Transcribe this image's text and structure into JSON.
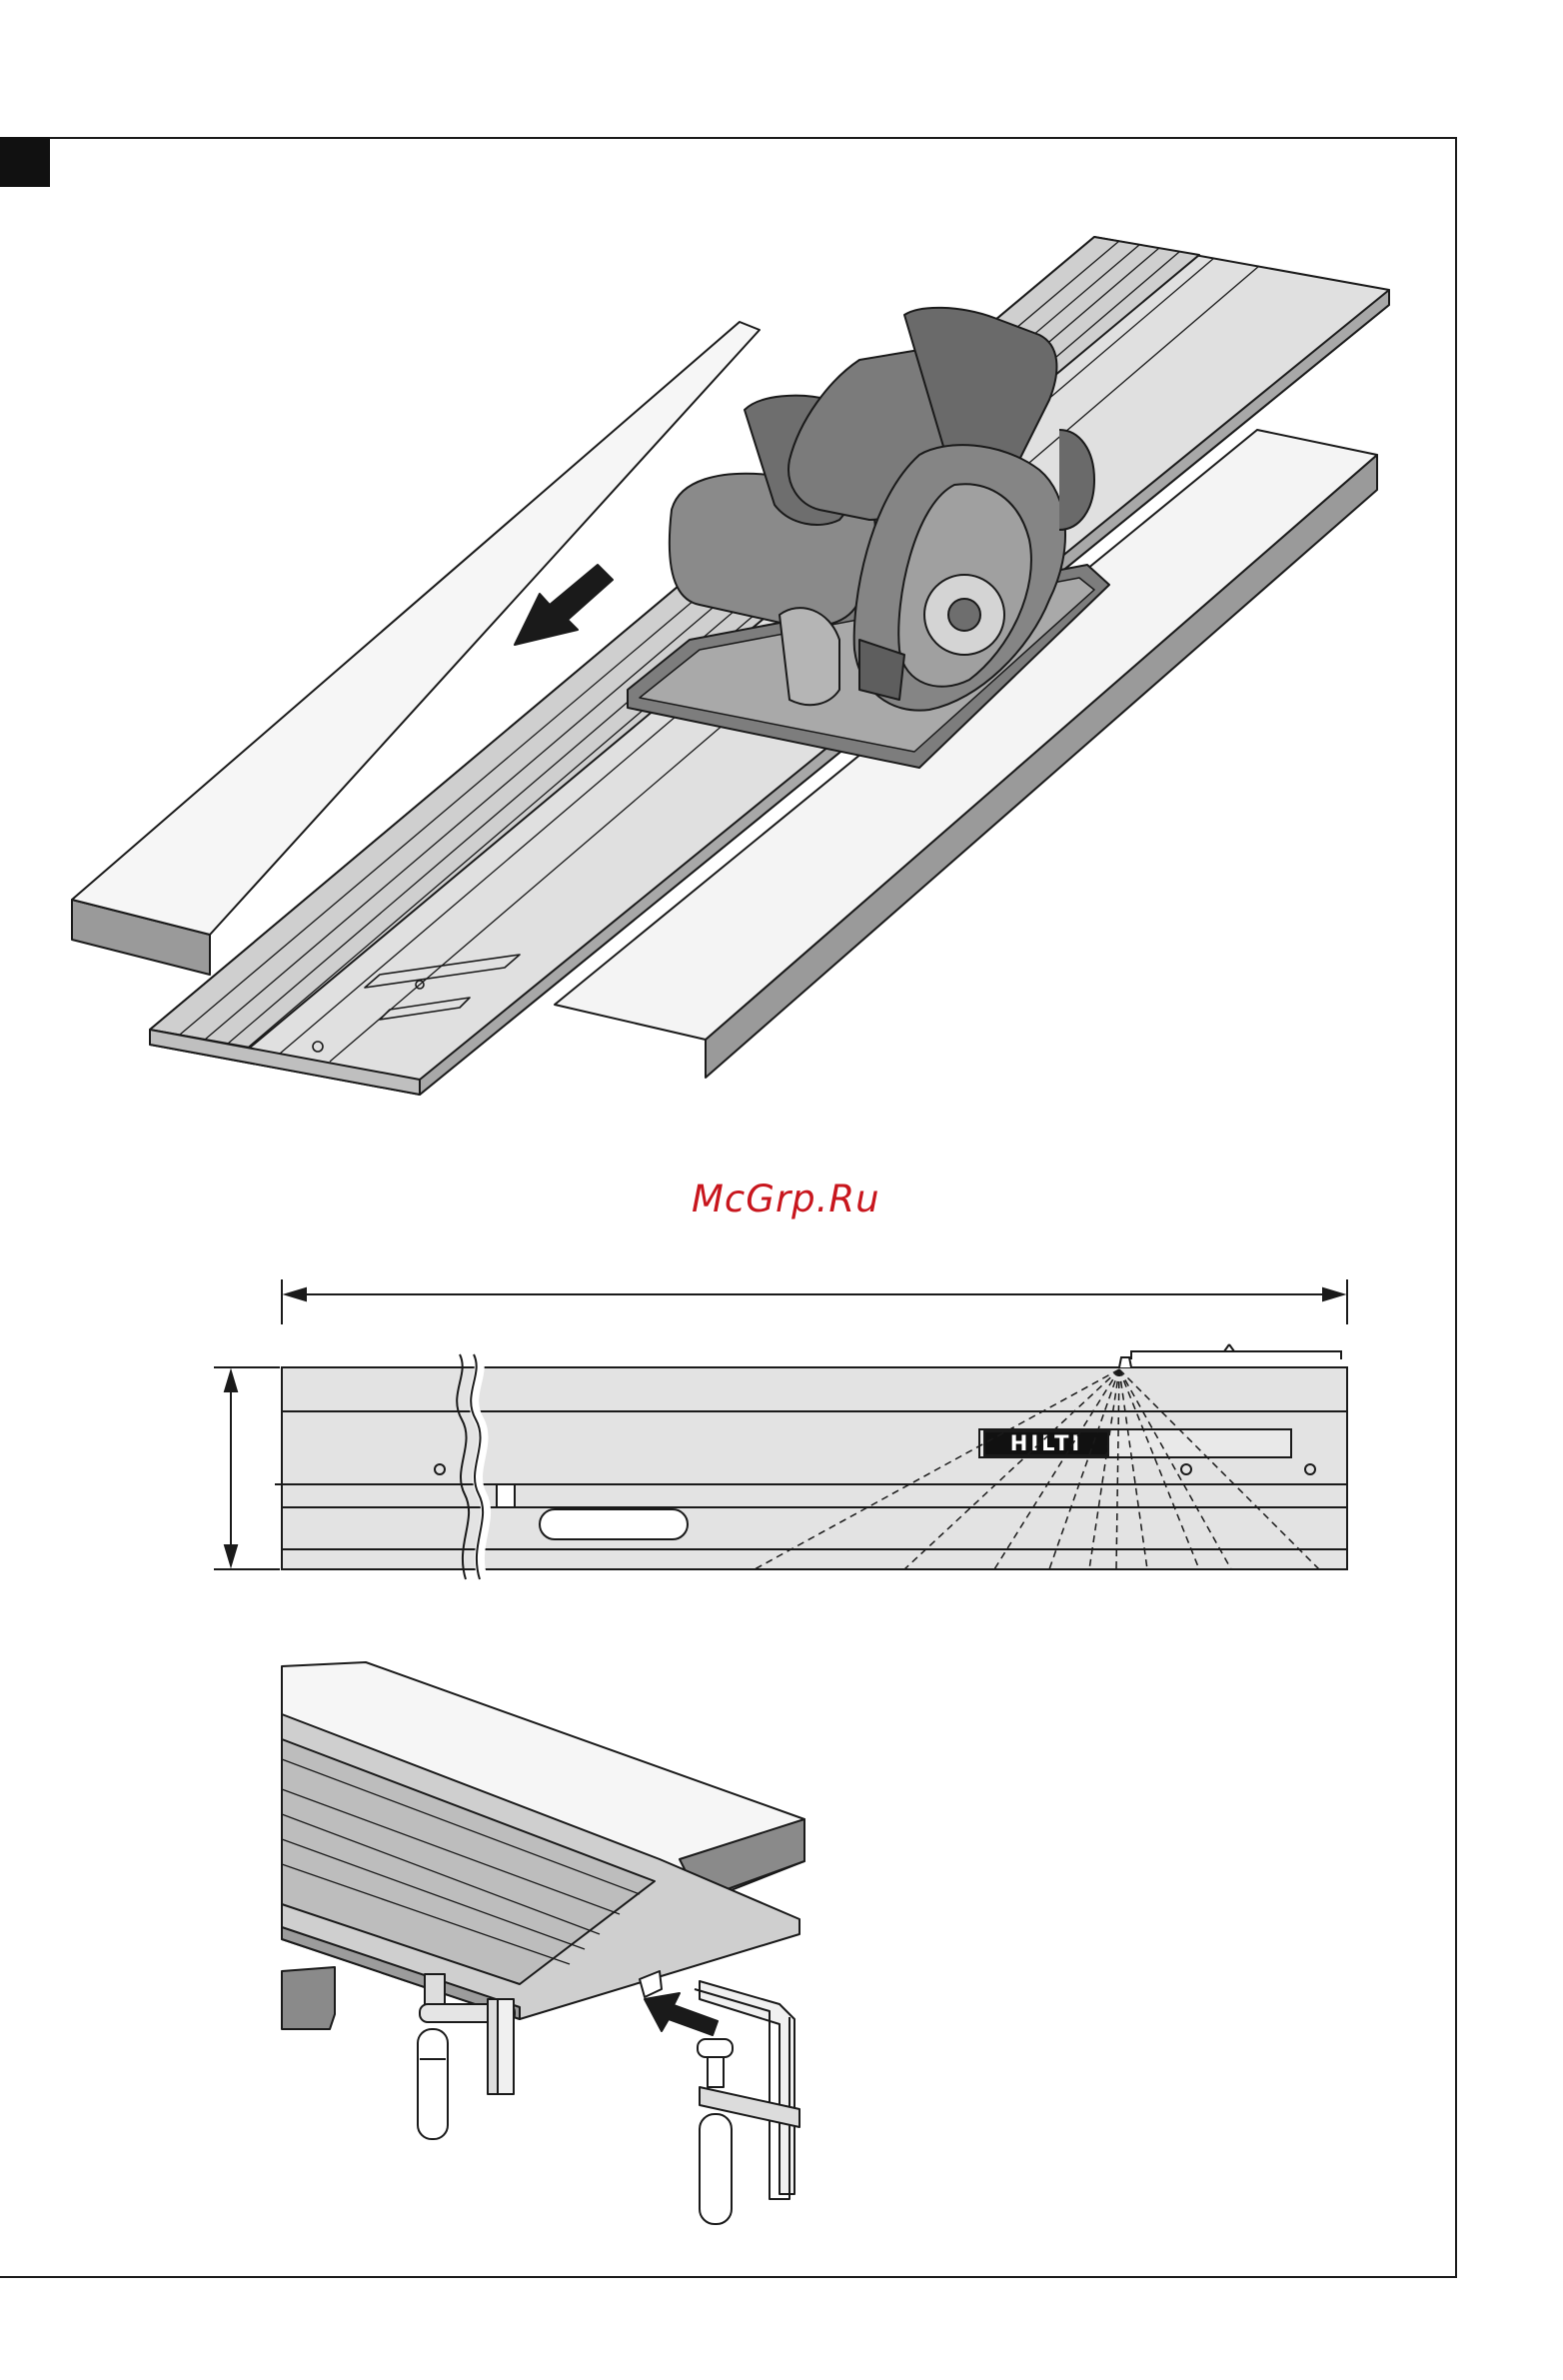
{
  "watermark": {
    "text": "McGrp.Ru",
    "color": "#c8161d"
  },
  "brand": {
    "logo_text": "HILTI"
  },
  "figures": [
    {
      "id": "saw-on-rail",
      "icons": [
        "circular-saw-icon",
        "guide-rail-icon",
        "workpiece-board-icon",
        "direction-arrow-icon"
      ]
    },
    {
      "id": "rail-dimension-drawing",
      "icons": [
        "length-dimension-arrow-icon",
        "height-dimension-arrow-icon",
        "angle-lines-icon"
      ]
    },
    {
      "id": "rail-clamping",
      "icons": [
        "clamp-icon",
        "guide-rail-icon",
        "workpiece-board-icon",
        "direction-arrow-icon"
      ]
    }
  ],
  "colors": {
    "line": "#1a1a1a",
    "grey_light": "#e3e3e3",
    "grey_mid": "#bdbdbd",
    "grey_dark": "#7a7a7a",
    "tool_body": "#6e6e6e"
  }
}
